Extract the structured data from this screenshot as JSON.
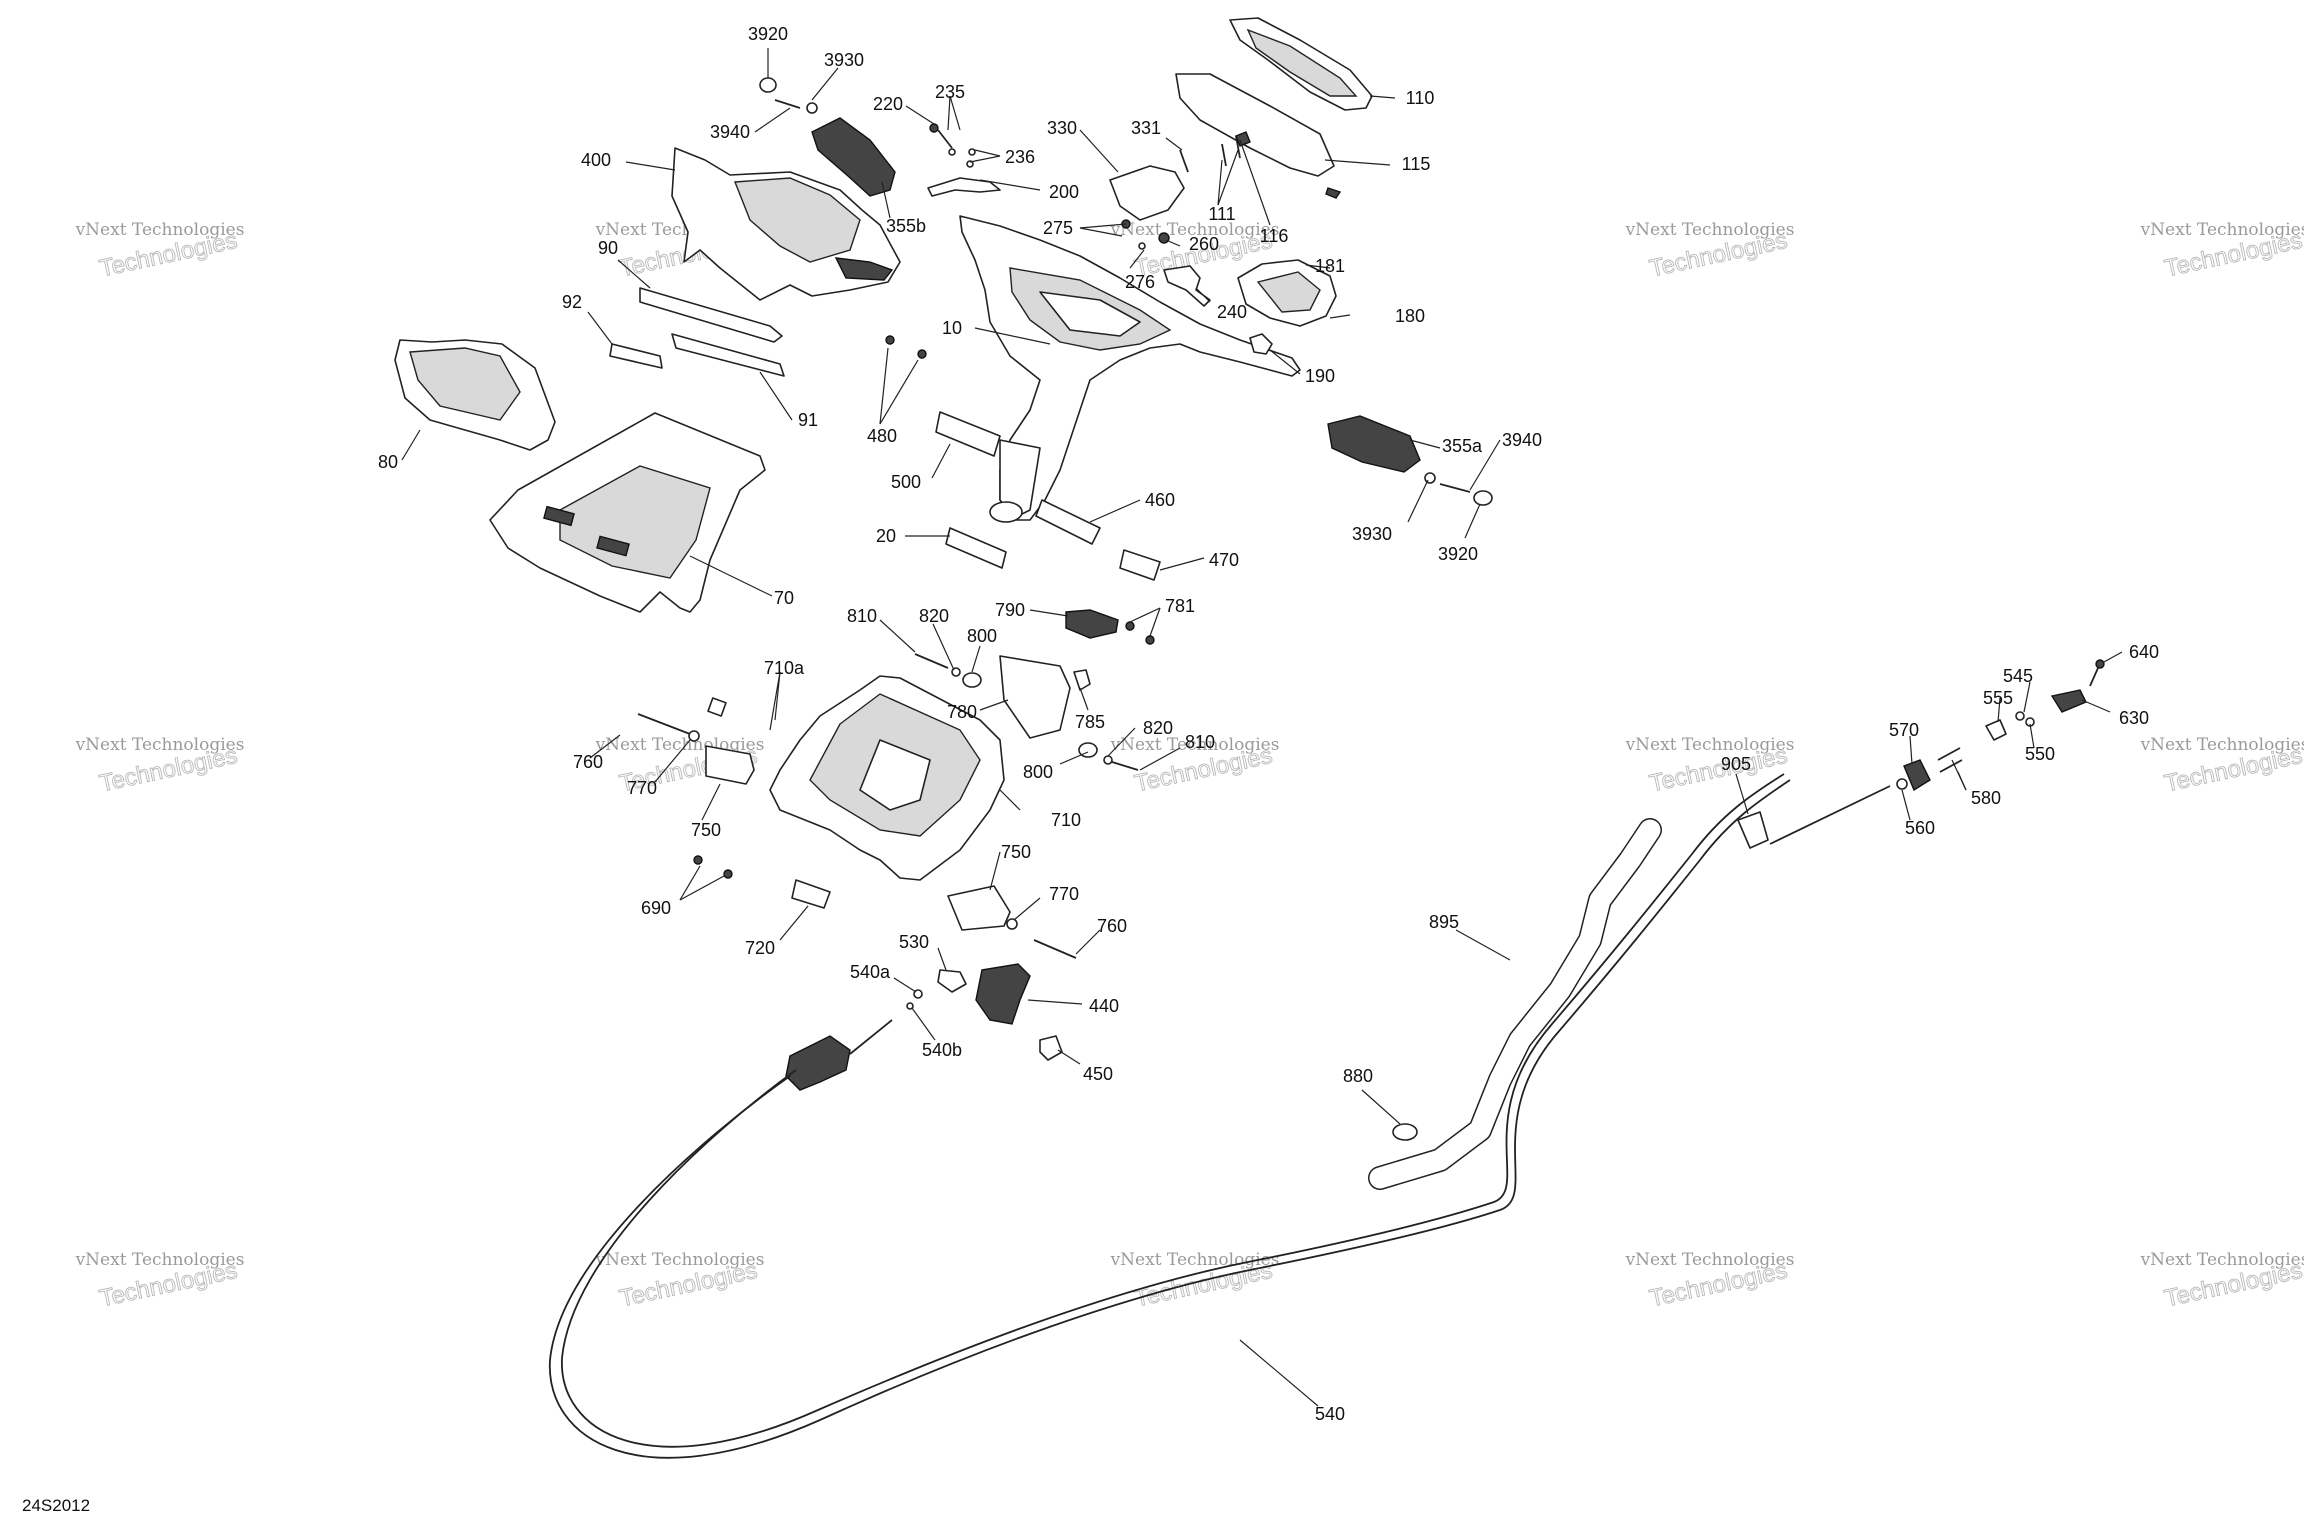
{
  "diagram_code": "24S2012",
  "watermark": {
    "line1": "vNext Technologies",
    "line2": "Technologies"
  },
  "callouts": [
    {
      "id": "c3920a",
      "text": "3920"
    },
    {
      "id": "c3930a",
      "text": "3930"
    },
    {
      "id": "c3940a",
      "text": "3940"
    },
    {
      "id": "c400",
      "text": "400"
    },
    {
      "id": "c90",
      "text": "90"
    },
    {
      "id": "c92",
      "text": "92"
    },
    {
      "id": "c91",
      "text": "91"
    },
    {
      "id": "c80",
      "text": "80"
    },
    {
      "id": "c70",
      "text": "70"
    },
    {
      "id": "c220",
      "text": "220"
    },
    {
      "id": "c235",
      "text": "235"
    },
    {
      "id": "c236",
      "text": "236"
    },
    {
      "id": "c200",
      "text": "200"
    },
    {
      "id": "c355b",
      "text": "355b"
    },
    {
      "id": "c330",
      "text": "330"
    },
    {
      "id": "c331",
      "text": "331"
    },
    {
      "id": "c110",
      "text": "110"
    },
    {
      "id": "c115",
      "text": "115"
    },
    {
      "id": "c111",
      "text": "111"
    },
    {
      "id": "c116",
      "text": "116"
    },
    {
      "id": "c181",
      "text": "181"
    },
    {
      "id": "c275",
      "text": "275"
    },
    {
      "id": "c260",
      "text": "260"
    },
    {
      "id": "c276",
      "text": "276"
    },
    {
      "id": "c240",
      "text": "240"
    },
    {
      "id": "c180",
      "text": "180"
    },
    {
      "id": "c10",
      "text": "10"
    },
    {
      "id": "c190",
      "text": "190"
    },
    {
      "id": "c355a",
      "text": "355a"
    },
    {
      "id": "c3940b",
      "text": "3940"
    },
    {
      "id": "c3930b",
      "text": "3930"
    },
    {
      "id": "c3920b",
      "text": "3920"
    },
    {
      "id": "c480",
      "text": "480"
    },
    {
      "id": "c500",
      "text": "500"
    },
    {
      "id": "c460",
      "text": "460"
    },
    {
      "id": "c20",
      "text": "20"
    },
    {
      "id": "c470",
      "text": "470"
    },
    {
      "id": "c810a",
      "text": "810"
    },
    {
      "id": "c820a",
      "text": "820"
    },
    {
      "id": "c800a",
      "text": "800"
    },
    {
      "id": "c790",
      "text": "790"
    },
    {
      "id": "c781",
      "text": "781"
    },
    {
      "id": "c710a",
      "text": "710a"
    },
    {
      "id": "c780",
      "text": "780"
    },
    {
      "id": "c785",
      "text": "785"
    },
    {
      "id": "c820b",
      "text": "820"
    },
    {
      "id": "c810b",
      "text": "810"
    },
    {
      "id": "c800b",
      "text": "800"
    },
    {
      "id": "c760a",
      "text": "760"
    },
    {
      "id": "c770a",
      "text": "770"
    },
    {
      "id": "c750a",
      "text": "750"
    },
    {
      "id": "c710",
      "text": "710"
    },
    {
      "id": "c750b",
      "text": "750"
    },
    {
      "id": "c770b",
      "text": "770"
    },
    {
      "id": "c760b",
      "text": "760"
    },
    {
      "id": "c690",
      "text": "690"
    },
    {
      "id": "c720",
      "text": "720"
    },
    {
      "id": "c530",
      "text": "530"
    },
    {
      "id": "c540a",
      "text": "540a"
    },
    {
      "id": "c440",
      "text": "440"
    },
    {
      "id": "c540b",
      "text": "540b"
    },
    {
      "id": "c450",
      "text": "450"
    },
    {
      "id": "c640",
      "text": "640"
    },
    {
      "id": "c545",
      "text": "545"
    },
    {
      "id": "c555",
      "text": "555"
    },
    {
      "id": "c630",
      "text": "630"
    },
    {
      "id": "c570",
      "text": "570"
    },
    {
      "id": "c550",
      "text": "550"
    },
    {
      "id": "c905",
      "text": "905"
    },
    {
      "id": "c580",
      "text": "580"
    },
    {
      "id": "c560",
      "text": "560"
    },
    {
      "id": "c895",
      "text": "895"
    },
    {
      "id": "c880",
      "text": "880"
    },
    {
      "id": "c540",
      "text": "540"
    }
  ]
}
